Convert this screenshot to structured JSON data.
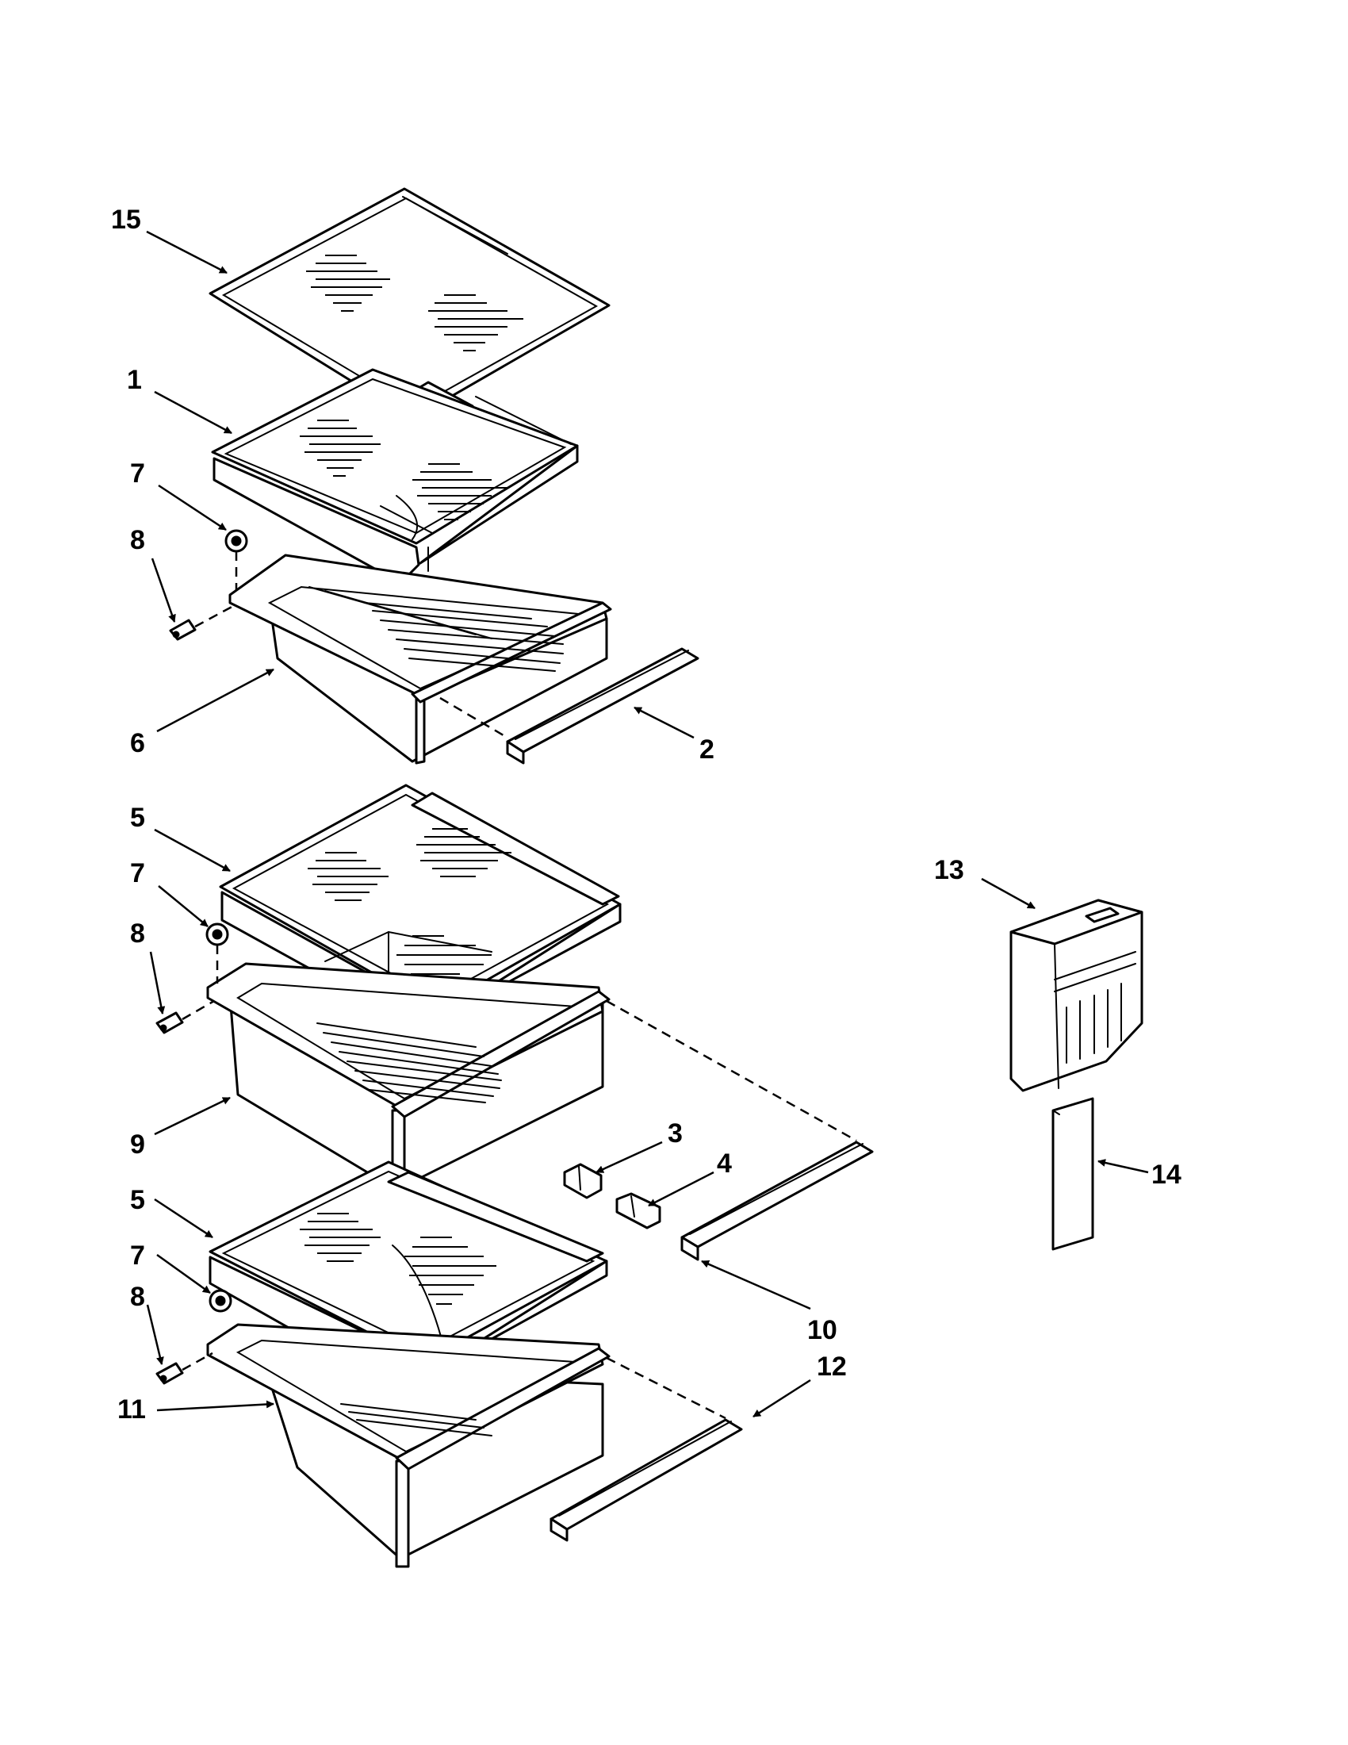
{
  "diagram": {
    "callouts": {
      "c15": "15",
      "c1": "1",
      "c7a": "7",
      "c8a": "8",
      "c6": "6",
      "c2": "2",
      "c5a": "5",
      "c7b": "7",
      "c8b": "8",
      "c9": "9",
      "c3": "3",
      "c4": "4",
      "c5b": "5",
      "c7c": "7",
      "c8c": "8",
      "c10": "10",
      "c11": "11",
      "c12": "12",
      "c13": "13",
      "c14": "14"
    }
  }
}
